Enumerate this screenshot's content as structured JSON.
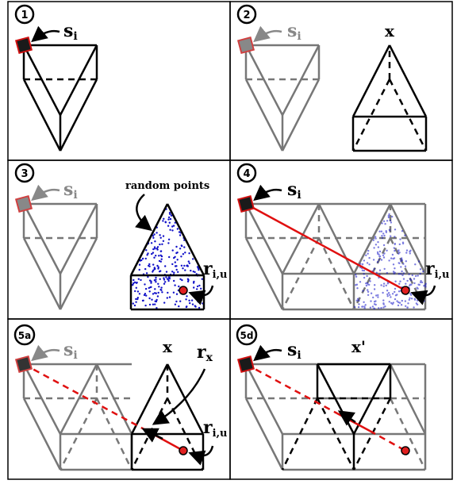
{
  "figure": {
    "panels": [
      {
        "badge": "1"
      },
      {
        "badge": "2",
        "object_label": "x"
      },
      {
        "badge": "3",
        "annotation": "random points"
      },
      {
        "badge": "4"
      },
      {
        "badge": "5a",
        "object_label": "x",
        "ray_label_main": "r",
        "ray_label_sub": "x"
      },
      {
        "badge": "5d",
        "object_label": "x'"
      }
    ],
    "source_label": {
      "main": "s",
      "sub": "i"
    },
    "point_label": {
      "main": "r",
      "sub": "i,u"
    }
  },
  "colors": {
    "ray": "#e01010",
    "point_fill": "#e02020",
    "random_points": "#1010c8",
    "source_box": "#1a1a1a",
    "source_box_border": "#d01010",
    "faded_shape": "#777777"
  }
}
